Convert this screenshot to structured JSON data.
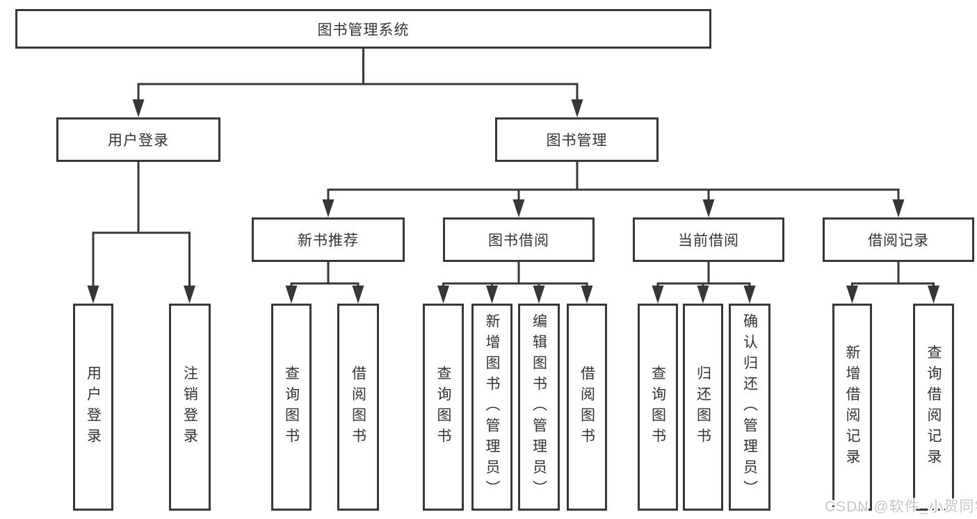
{
  "colors": {
    "line": "#373737",
    "text": "#333333",
    "bg": "#ffffff",
    "watermark": "#c6c6c6"
  },
  "tree": {
    "label": "图书管理系统",
    "children": [
      {
        "label": "用户登录",
        "children": [
          {
            "label": "用户登录"
          },
          {
            "label": "注销登录"
          }
        ]
      },
      {
        "label": "图书管理",
        "children": [
          {
            "label": "新书推荐",
            "children": [
              {
                "label": "查询图书"
              },
              {
                "label": "借阅图书"
              }
            ]
          },
          {
            "label": "图书借阅",
            "children": [
              {
                "label": "查询图书"
              },
              {
                "label": "新增图书（管理员）"
              },
              {
                "label": "编辑图书（管理员）"
              },
              {
                "label": "借阅图书"
              }
            ]
          },
          {
            "label": "当前借阅",
            "children": [
              {
                "label": "查询图书"
              },
              {
                "label": "归还图书"
              },
              {
                "label": "确认归还（管理员）"
              }
            ]
          },
          {
            "label": "借阅记录",
            "children": [
              {
                "label": "新增借阅记录"
              },
              {
                "label": "查询借阅记录"
              }
            ]
          }
        ]
      }
    ]
  },
  "watermark": {
    "text": "CSDN @软件_小贺同学"
  }
}
